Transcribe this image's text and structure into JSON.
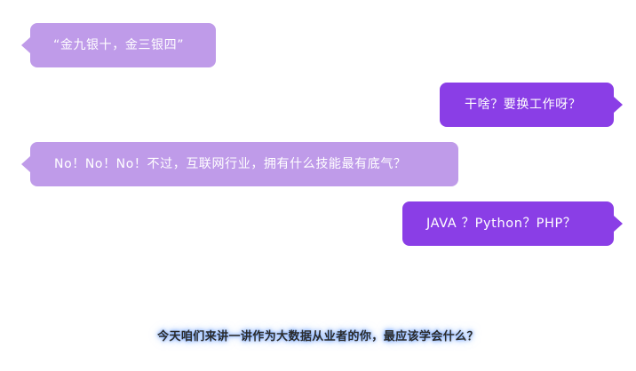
{
  "colors": {
    "left_bubble": "#bf9be9",
    "right_bubble": "#8a3ee6",
    "bubble_text": "#ffffff",
    "subtitle_text": "#2b2b2b",
    "subtitle_glow": "#78aaff"
  },
  "messages": [
    {
      "side": "left",
      "text": "“金九银十，金三银四”"
    },
    {
      "side": "right",
      "text": "干啥？要换工作呀？"
    },
    {
      "side": "left",
      "text": "No！No！No！不过，互联网行业，拥有什么技能最有底气？"
    },
    {
      "side": "right",
      "text": "JAVA ？Python？PHP？"
    }
  ],
  "subtitle": "今天咱们来讲一讲作为大数据从业者的你，最应该学会什么？"
}
